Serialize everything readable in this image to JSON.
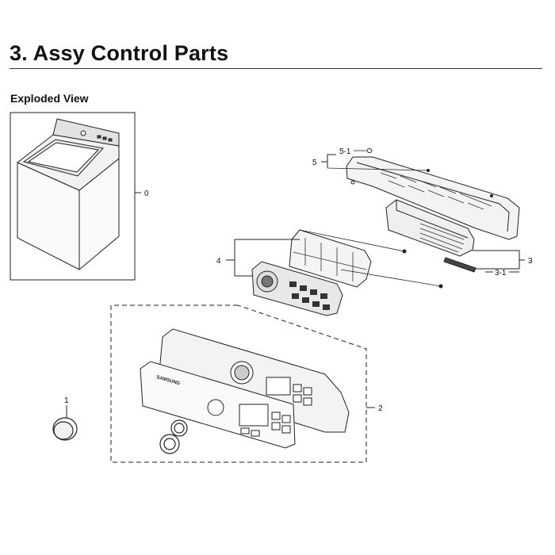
{
  "header": {
    "title": "3.  Assy Control Parts",
    "subtitle": "Exploded View"
  },
  "callouts": {
    "c0": "0",
    "c1": "1",
    "c2": "2",
    "c3": "3",
    "c3_1": "3-1",
    "c4": "4",
    "c5": "5",
    "c5_1": "5-1"
  },
  "brand": {
    "panel_logo": "SAMSUNG"
  },
  "colors": {
    "line": "#222222",
    "fill_light": "#f2f2f2",
    "fill_mid": "#d8d8d8",
    "fill_dark": "#555555"
  }
}
